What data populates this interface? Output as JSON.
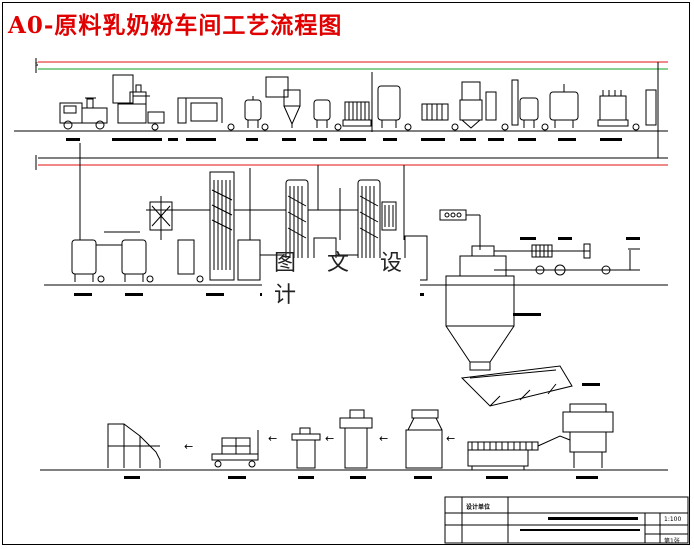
{
  "drawing": {
    "title": "A0-原料乳奶粉车间工艺流程图",
    "watermark": "图 文 设 计",
    "colors": {
      "title": "#e00000",
      "line": "#000000",
      "pipe_red": "#e01010",
      "pipe_green": "#10a020"
    }
  },
  "title_block": {
    "company_label": "设计单位",
    "scale_label": "1:100",
    "sheet_label": "第1张"
  },
  "flow_arrows": [
    "←",
    "←",
    "←",
    "←",
    "←"
  ]
}
